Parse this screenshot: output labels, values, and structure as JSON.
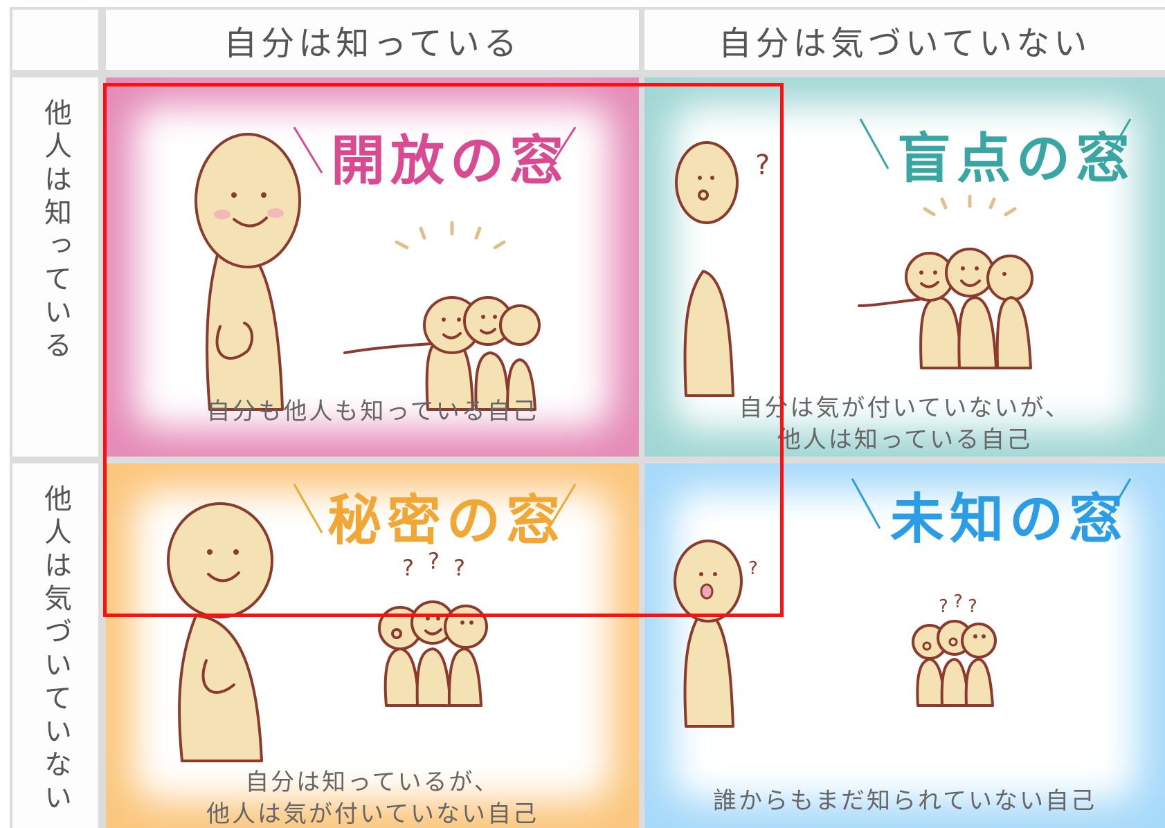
{
  "col_headers": [
    "自分は知っている",
    "自分は気づいていない"
  ],
  "row_headers": [
    "他人は知っている",
    "他人は気づいていない"
  ],
  "windows": [
    {
      "title": "開放の窓",
      "caption_lines": [
        "自分も他人も知っている自己"
      ],
      "title_color": "#d94a92"
    },
    {
      "title": "盲点の窓",
      "caption_lines": [
        "自分は気が付いていないが、",
        "他人は知っている自己"
      ],
      "title_color": "#3aa6a3"
    },
    {
      "title": "秘密の窓",
      "caption_lines": [
        "自分は知っているが、",
        "他人は気が付いていない自己"
      ],
      "title_color": "#f2a634"
    },
    {
      "title": "未知の窓",
      "caption_lines": [
        "誰からもまだ知られていない自己"
      ],
      "title_color": "#2b9de6"
    }
  ],
  "colors": {
    "highlight": "#ff1010",
    "figure_fill": "#f4e2b4",
    "figure_stroke": "#8a3b2e"
  }
}
